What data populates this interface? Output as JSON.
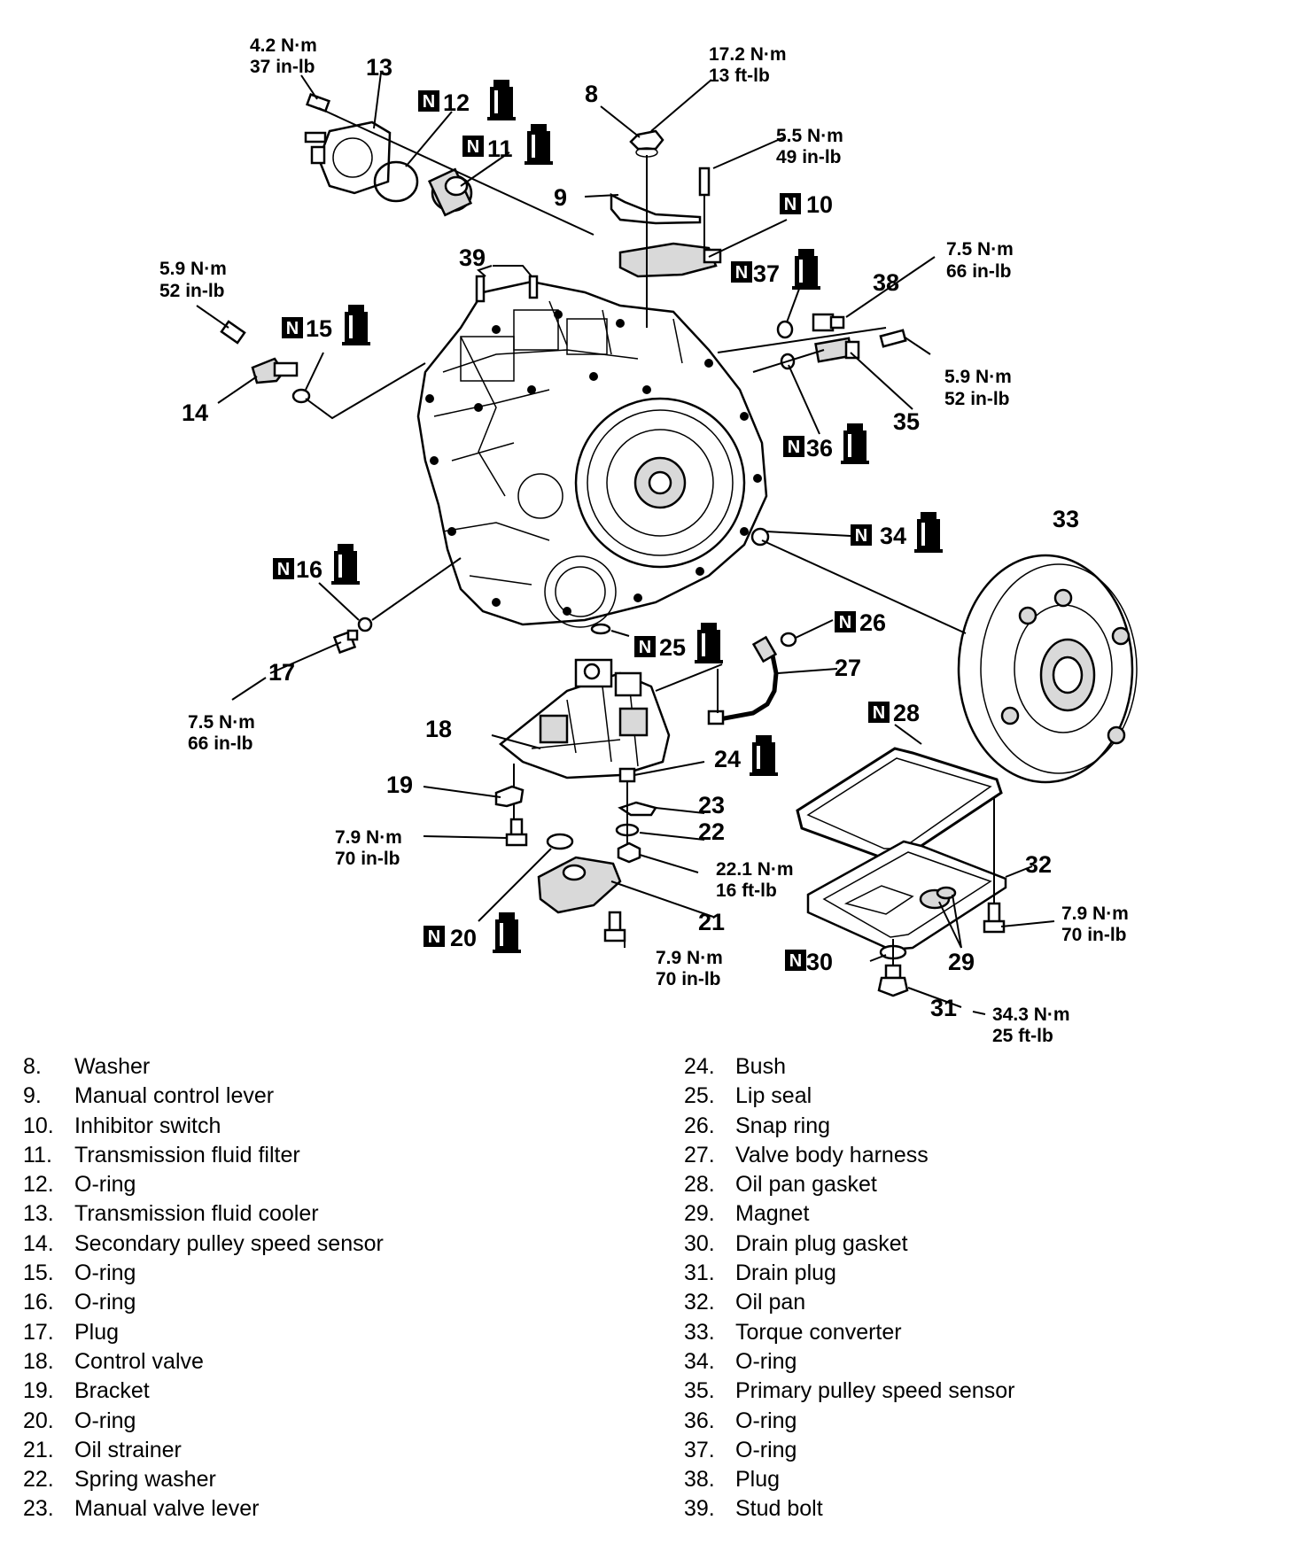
{
  "callouts": {
    "c8": "8",
    "c9": "9",
    "c10": "10",
    "c11": "11",
    "c12": "12",
    "c13": "13",
    "c14": "14",
    "c15": "15",
    "c16": "16",
    "c17": "17",
    "c18": "18",
    "c19": "19",
    "c20": "20",
    "c21": "21",
    "c22": "22",
    "c23": "23",
    "c24": "24",
    "c25": "25",
    "c26": "26",
    "c27": "27",
    "c28": "28",
    "c29": "29",
    "c30": "30",
    "c31": "31",
    "c32": "32",
    "c33": "33",
    "c34": "34",
    "c35": "35",
    "c36": "36",
    "c37": "37",
    "c38": "38",
    "c39": "39"
  },
  "new_part_marker": "N",
  "torques": {
    "t13": {
      "nm": "4.2 N·m",
      "imp": "37 in-lb"
    },
    "t8": {
      "nm": "17.2 N·m",
      "imp": "13 ft-lb"
    },
    "t10bolt": {
      "nm": "5.5 N·m",
      "imp": "49 in-lb"
    },
    "t14": {
      "nm": "5.9 N·m",
      "imp": "52 in-lb"
    },
    "t38": {
      "nm": "7.5 N·m",
      "imp": "66 in-lb"
    },
    "t35": {
      "nm": "5.9 N·m",
      "imp": "52 in-lb"
    },
    "t17": {
      "nm": "7.5 N·m",
      "imp": "66 in-lb"
    },
    "t19": {
      "nm": "7.9 N·m",
      "imp": "70 in-lb"
    },
    "t22": {
      "nm": "22.1 N·m",
      "imp": "16 ft-lb"
    },
    "t21": {
      "nm": "7.9 N·m",
      "imp": "70 in-lb"
    },
    "t32": {
      "nm": "7.9 N·m",
      "imp": "70 in-lb"
    },
    "t31": {
      "nm": "34.3 N·m",
      "imp": "25 ft-lb"
    }
  },
  "legend": {
    "left": [
      {
        "num": "8.",
        "name": "Washer"
      },
      {
        "num": "9.",
        "name": "Manual control lever"
      },
      {
        "num": "10.",
        "name": "Inhibitor switch"
      },
      {
        "num": "11.",
        "name": "Transmission fluid filter"
      },
      {
        "num": "12.",
        "name": "O-ring"
      },
      {
        "num": "13.",
        "name": "Transmission fluid cooler"
      },
      {
        "num": "14.",
        "name": "Secondary pulley speed sensor"
      },
      {
        "num": "15.",
        "name": "O-ring"
      },
      {
        "num": "16.",
        "name": "O-ring"
      },
      {
        "num": "17.",
        "name": "Plug"
      },
      {
        "num": "18.",
        "name": "Control valve"
      },
      {
        "num": "19.",
        "name": "Bracket"
      },
      {
        "num": "20.",
        "name": "O-ring"
      },
      {
        "num": "21.",
        "name": "Oil strainer"
      },
      {
        "num": "22.",
        "name": "Spring washer"
      },
      {
        "num": "23.",
        "name": "Manual valve lever"
      }
    ],
    "right": [
      {
        "num": "24.",
        "name": "Bush"
      },
      {
        "num": "25.",
        "name": "Lip seal"
      },
      {
        "num": "26.",
        "name": "Snap ring"
      },
      {
        "num": "27.",
        "name": "Valve body harness"
      },
      {
        "num": "28.",
        "name": "Oil pan gasket"
      },
      {
        "num": "29.",
        "name": "Magnet"
      },
      {
        "num": "30.",
        "name": "Drain plug gasket"
      },
      {
        "num": "31.",
        "name": "Drain plug"
      },
      {
        "num": "32.",
        "name": "Oil pan"
      },
      {
        "num": "33.",
        "name": "Torque converter"
      },
      {
        "num": "34.",
        "name": "O-ring"
      },
      {
        "num": "35.",
        "name": "Primary pulley speed sensor"
      },
      {
        "num": "36.",
        "name": "O-ring"
      },
      {
        "num": "37.",
        "name": "O-ring"
      },
      {
        "num": "38.",
        "name": "Plug"
      },
      {
        "num": "39.",
        "name": "Stud bolt"
      }
    ]
  }
}
